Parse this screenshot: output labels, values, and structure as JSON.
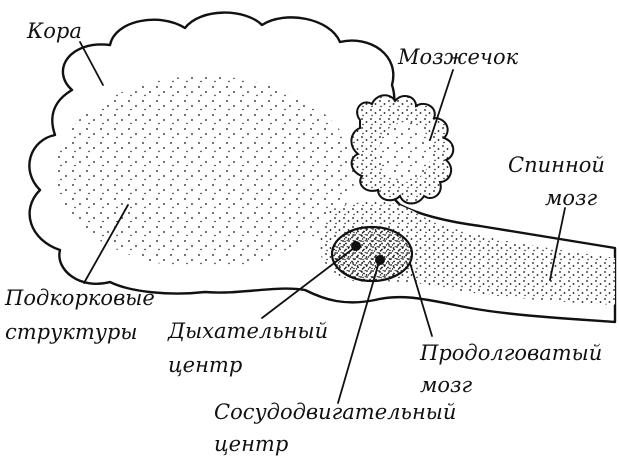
{
  "labels": {
    "cortex": "Кора",
    "cerebellum": "Мозжечок",
    "spinal_cord_line1": "Спинной",
    "spinal_cord_line2": "мозг",
    "subcortical_line1": "Подкорковые",
    "subcortical_line2": "структуры",
    "respiratory_line1": "Дыхательный",
    "respiratory_line2": "центр",
    "medulla_line1": "Продолговатый",
    "medulla_line2": "мозг",
    "vasomotor_line1": "Сосудодвигательный",
    "vasomotor_line2": "центр"
  },
  "colors": {
    "ink": "#111111",
    "paper": "#ffffff"
  }
}
